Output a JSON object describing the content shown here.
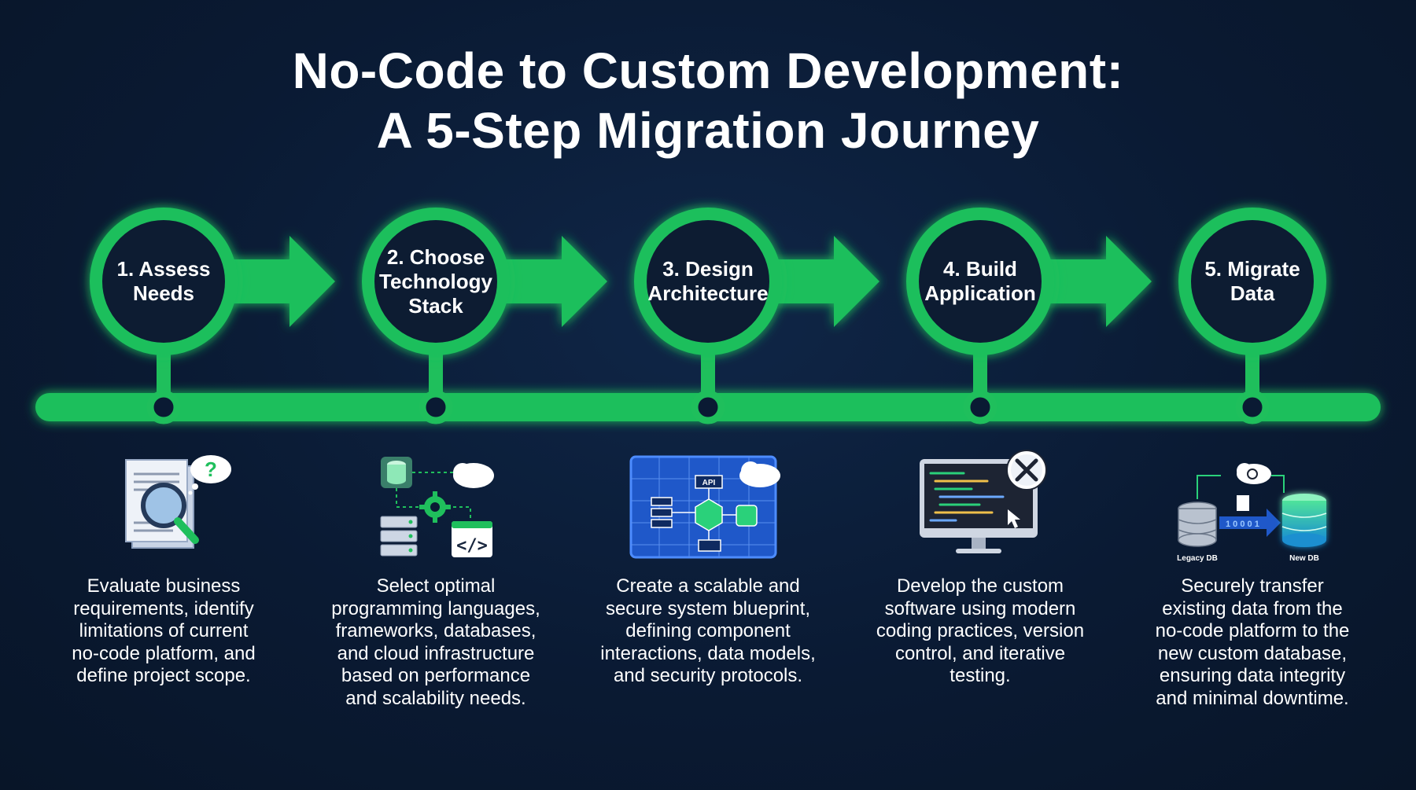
{
  "title": {
    "line1": "No-Code to Custom Development:",
    "line2": "A 5-Step Migration Journey"
  },
  "colors": {
    "background": "#0a1a33",
    "accent_green": "#1fbf5c",
    "ring_fill": "#0a1a33",
    "text": "#ffffff"
  },
  "steps": [
    {
      "label_lines": [
        "1. Assess",
        "Needs"
      ],
      "icon": "document-magnifier-question-icon",
      "description": [
        "Evaluate business",
        "requirements, identify",
        "limitations of current",
        "no-code platform, and",
        "define project scope."
      ]
    },
    {
      "label_lines": [
        "2. Choose",
        "Technology",
        "Stack"
      ],
      "icon": "tech-stack-icon",
      "description": [
        "Select optimal",
        "programming languages,",
        "frameworks, databases,",
        "and cloud infrastructure",
        "based on performance",
        "and scalability needs."
      ]
    },
    {
      "label_lines": [
        "3. Design",
        "Architecture"
      ],
      "icon": "architecture-blueprint-icon",
      "icon_text": {
        "api": "API"
      },
      "description": [
        "Create a scalable and",
        "secure system blueprint,",
        "defining component",
        "interactions, data models,",
        "and security protocols."
      ]
    },
    {
      "label_lines": [
        "4. Build",
        "Application"
      ],
      "icon": "monitor-code-tools-icon",
      "description": [
        "Develop the custom",
        "software using modern",
        "coding practices, version",
        "control, and iterative",
        "testing."
      ]
    },
    {
      "label_lines": [
        "5. Migrate",
        "Data"
      ],
      "icon": "database-migration-icon",
      "icon_text": {
        "legacy": "Legacy DB",
        "new": "New DB",
        "binary": "1 0 0 0 1"
      },
      "description": [
        "Securely transfer",
        "existing data from the",
        "no-code platform to the",
        "new custom database,",
        "ensuring data integrity",
        "and minimal downtime."
      ]
    }
  ]
}
